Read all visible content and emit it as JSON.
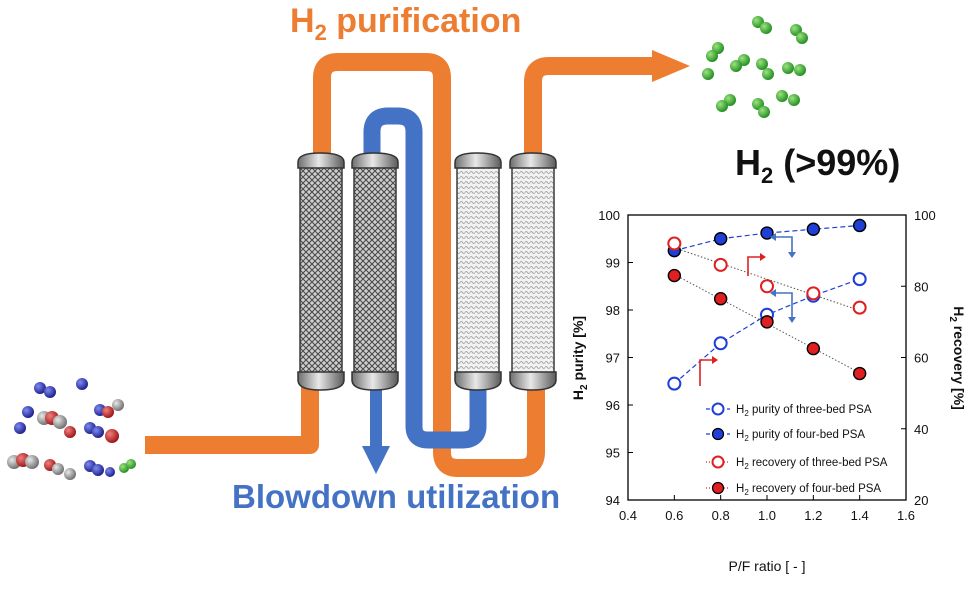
{
  "diagram": {
    "top_label_prefix": "H",
    "top_label_sub": "2",
    "top_label_suffix": " purification",
    "bottom_label": "Blowdown utilization",
    "product_prefix": "H",
    "product_sub": "2",
    "product_suffix": " (>99%)",
    "colors": {
      "purification": "#ED7D31",
      "blowdown": "#4472C4",
      "h2_molecule": "#2BA52B",
      "n2_molecule": "#2B2BB0",
      "co2_molecule": "#C0202A"
    }
  },
  "chart_data": {
    "type": "scatter",
    "xlabel": "P/F ratio [ - ]",
    "ylabel_left": {
      "prefix": "H",
      "sub": "2",
      "suffix": " purity [%]"
    },
    "ylabel_right": {
      "prefix": "H",
      "sub": "2",
      "suffix": " recovery [%]"
    },
    "xlim": [
      0.4,
      1.6
    ],
    "xticks": [
      "0.4",
      "0.6",
      "0.8",
      "1.0",
      "1.2",
      "1.4",
      "1.6"
    ],
    "ylim_left": [
      94,
      100
    ],
    "yticks_left": [
      "94",
      "95",
      "96",
      "97",
      "98",
      "99",
      "100"
    ],
    "ylim_right": [
      20,
      100
    ],
    "yticks_right": [
      "20",
      "40",
      "60",
      "80",
      "100"
    ],
    "x": [
      0.6,
      0.8,
      1.0,
      1.2,
      1.4
    ],
    "series": [
      {
        "name": "H2 purity of three-bed PSA",
        "label_prefix": "H",
        "label_sub": "2",
        "label_suffix": " purity of three-bed PSA",
        "axis": "left",
        "values": [
          96.45,
          97.3,
          97.9,
          98.3,
          98.65
        ],
        "color": "#1F3FD6",
        "filled": false,
        "line": "dash"
      },
      {
        "name": "H2 purity of four-bed PSA",
        "label_prefix": "H",
        "label_sub": "2",
        "label_suffix": " purity of four-bed PSA",
        "axis": "left",
        "values": [
          99.25,
          99.5,
          99.62,
          99.7,
          99.78
        ],
        "color": "#1F3FD6",
        "filled": true,
        "line": "dash"
      },
      {
        "name": "H2 recovery of three-bed PSA",
        "label_prefix": "H",
        "label_sub": "2",
        "label_suffix": " recovery of three-bed PSA",
        "axis": "right",
        "values": [
          92.0,
          86.0,
          80.0,
          78.0,
          74.0
        ],
        "color": "#E02020",
        "filled": false,
        "line": "dot"
      },
      {
        "name": "H2 recovery of four-bed PSA",
        "label_prefix": "H",
        "label_sub": "2",
        "label_suffix": " recovery of four-bed PSA",
        "axis": "right",
        "values": [
          83.0,
          76.5,
          70.0,
          62.5,
          55.5
        ],
        "color": "#E02020",
        "filled": true,
        "line": "dot"
      }
    ],
    "legend_position": "bottom-right",
    "grid": false
  }
}
